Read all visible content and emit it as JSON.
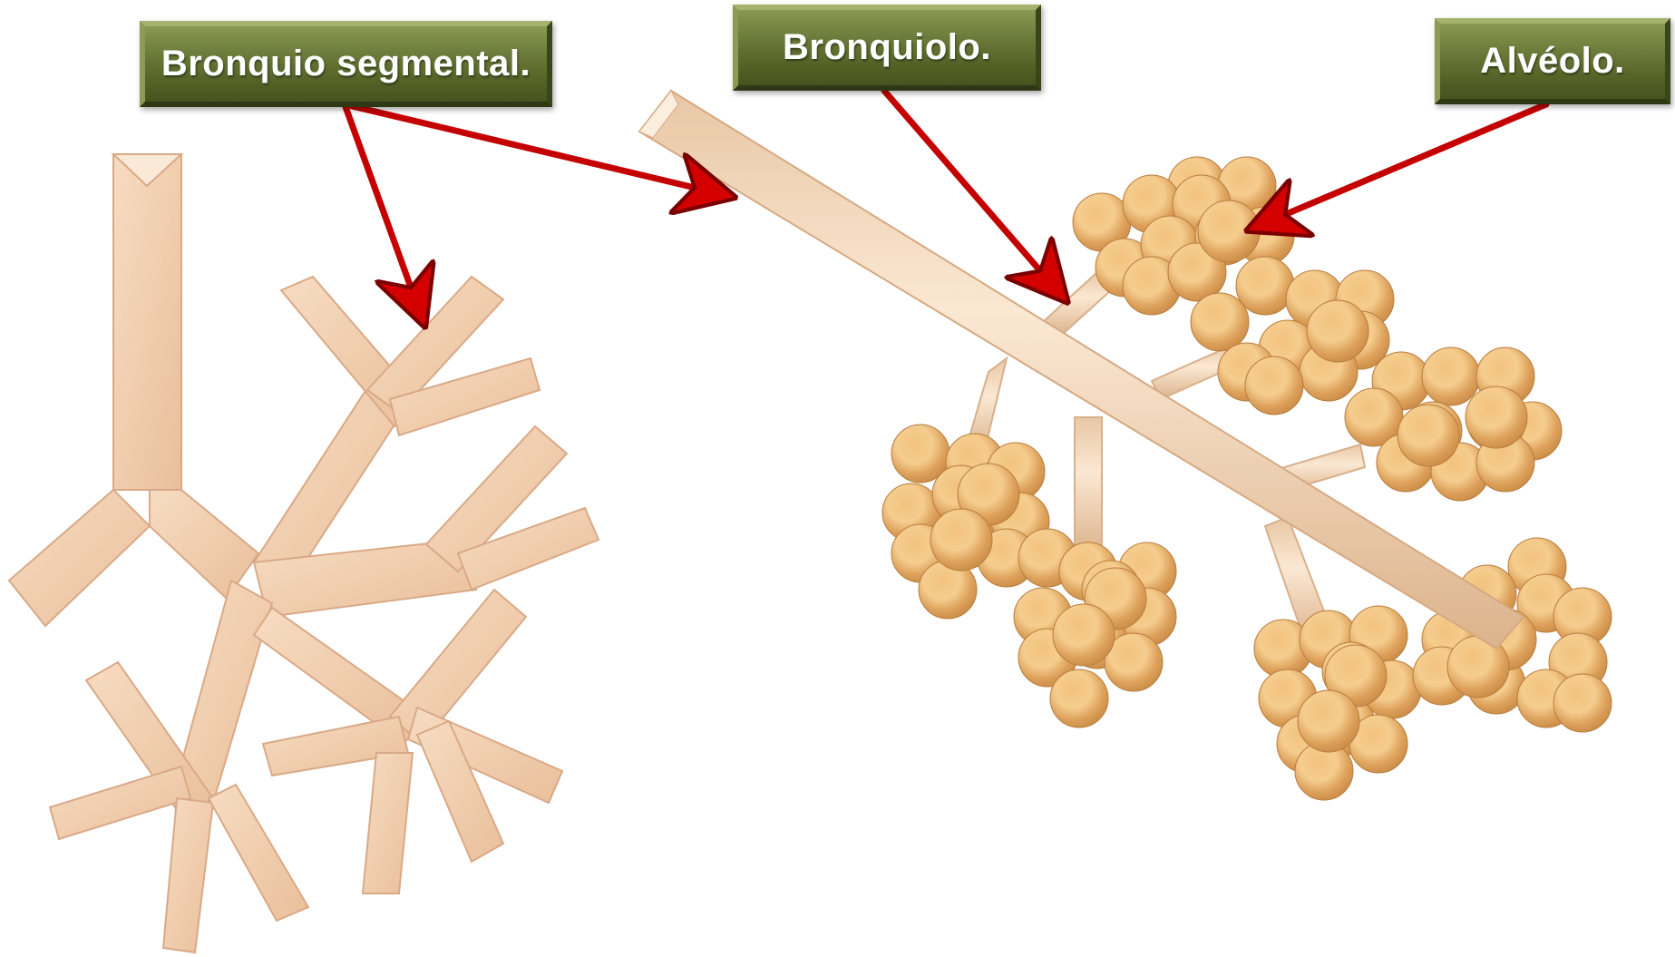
{
  "labels": {
    "segmental": "Bronquio segmental.",
    "bronquiolo": "Bronquiolo.",
    "alveolo": "Alvéolo."
  },
  "colors": {
    "label_bg": "#5d6b2c",
    "label_text": "#ffffff",
    "arrow": "#d40000",
    "bronchus": "#f0c9a8",
    "bronchiole": "#f7dcc0",
    "alveolus": "#e8a85c"
  }
}
